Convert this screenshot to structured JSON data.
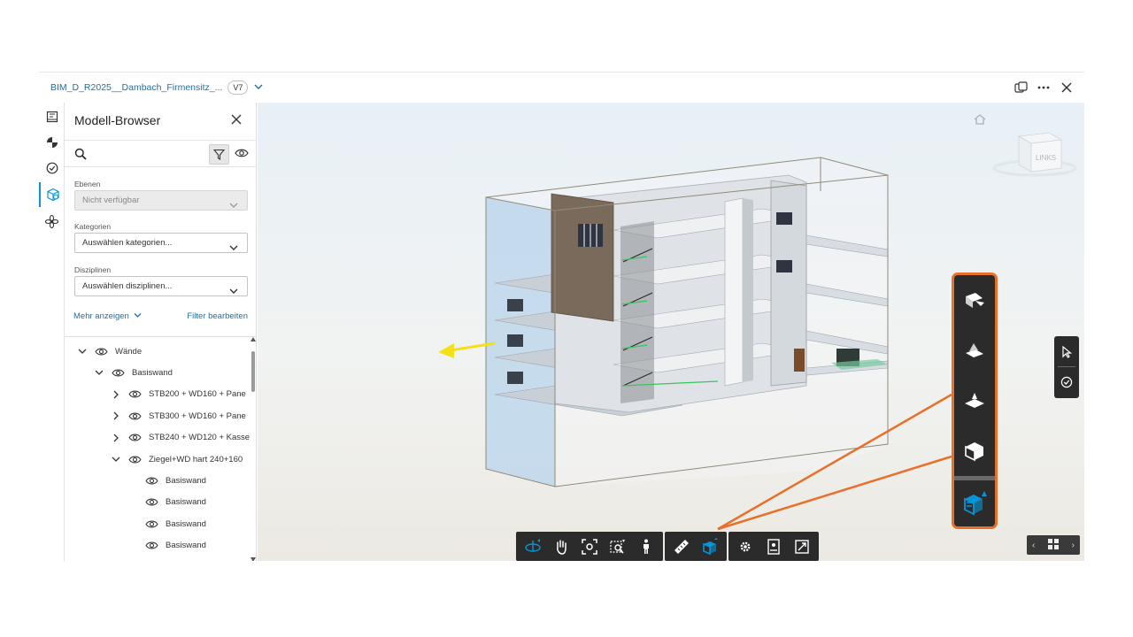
{
  "header": {
    "doc_title": "BIM_D_R2025__Dambach_Firmensitz_...",
    "version": "V7",
    "right_icons": [
      "compare-icon",
      "more-icon",
      "close-icon"
    ]
  },
  "rail": {
    "items": [
      {
        "name": "sheets-icon"
      },
      {
        "name": "palette-icon"
      },
      {
        "name": "issues-icon"
      },
      {
        "name": "model-browser-icon",
        "active": true
      },
      {
        "name": "systems-icon"
      }
    ]
  },
  "browser": {
    "title": "Modell-Browser",
    "ebenen": {
      "label": "Ebenen",
      "value": "Nicht verfügbar"
    },
    "kategorien": {
      "label": "Kategorien",
      "value": "Auswählen kategorien..."
    },
    "disziplinen": {
      "label": "Disziplinen",
      "value": "Auswählen disziplinen..."
    },
    "more_link": "Mehr anzeigen",
    "edit_link": "Filter bearbeiten",
    "tree": [
      {
        "label": "Wände",
        "level": 0,
        "toggle": "open"
      },
      {
        "label": "Basiswand",
        "level": 1,
        "toggle": "open"
      },
      {
        "label": "STB200 + WD160 + Pane",
        "level": 2,
        "toggle": "closed"
      },
      {
        "label": "STB300 + WD160 + Pane",
        "level": 2,
        "toggle": "closed"
      },
      {
        "label": "STB240 + WD120 + Kasse",
        "level": 2,
        "toggle": "closed"
      },
      {
        "label": "Ziegel+WD hart 240+160",
        "level": 2,
        "toggle": "open"
      },
      {
        "label": "Basiswand",
        "level": 3,
        "toggle": "none"
      },
      {
        "label": "Basiswand",
        "level": 3,
        "toggle": "none"
      },
      {
        "label": "Basiswand",
        "level": 3,
        "toggle": "none"
      },
      {
        "label": "Basiswand",
        "level": 3,
        "toggle": "none"
      }
    ]
  },
  "viewer": {
    "viewcube_label": "LINKS",
    "colors": {
      "accent": "#0696d7",
      "highlight": "#e8702a",
      "arrow": "#f4e01a"
    },
    "nav_tools": [
      "orbit-view-icon",
      "pan-view-icon",
      "plan-view-icon",
      "iso-view-icon",
      "section-box-icon"
    ],
    "side_tools": [
      "select-cursor-icon",
      "check-icon"
    ],
    "toolbar_groups": [
      [
        "orbit-icon",
        "pan-icon",
        "fit-icon",
        "zoom-window-icon",
        "walk-icon"
      ],
      [
        "measure-icon",
        "section-icon"
      ],
      [
        "settings-icon",
        "properties-icon",
        "fullscreen-icon"
      ]
    ]
  }
}
